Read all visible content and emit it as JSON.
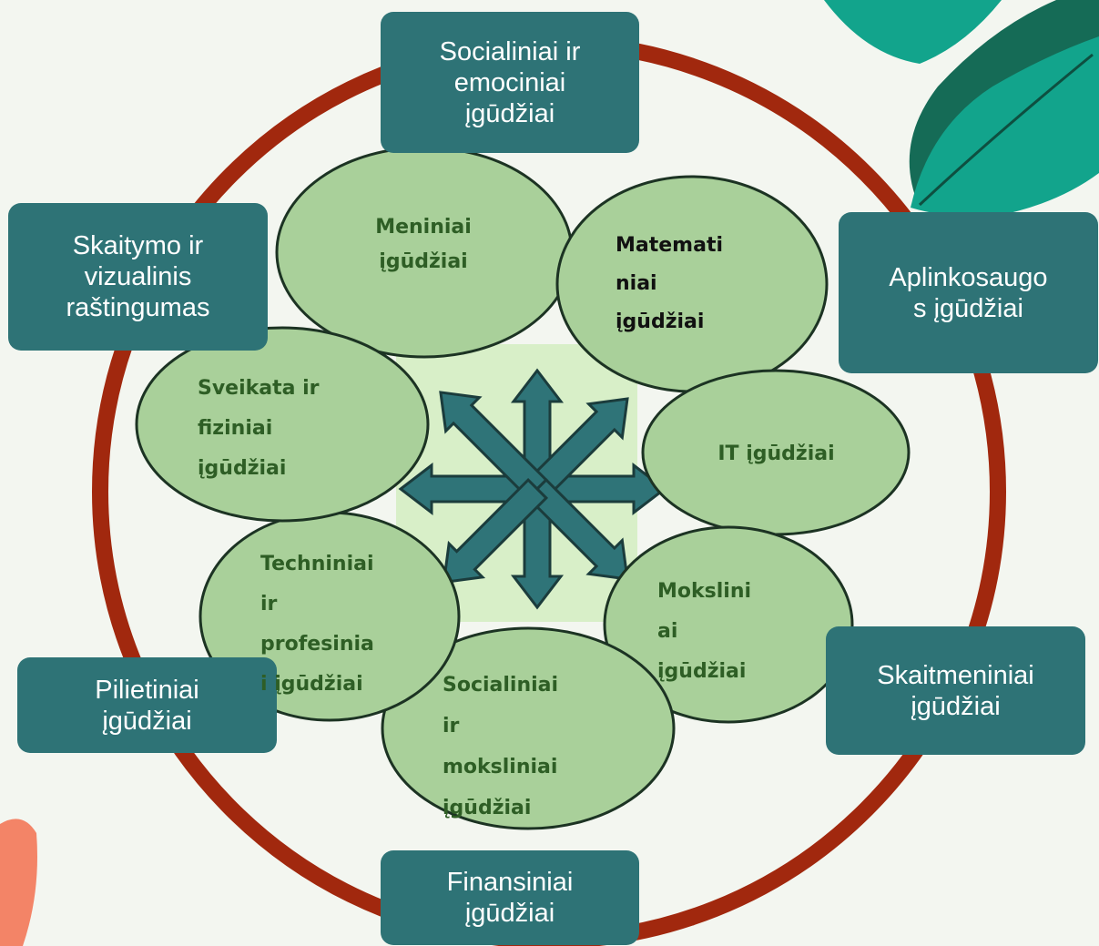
{
  "colors": {
    "ring": "#a1280e",
    "box": "#2e7376",
    "box_text": "#ffffff",
    "oval_fill": "#a9d09a",
    "oval_stroke": "#1c3323",
    "oval_text": "#2e5e25",
    "oval_text_dark": "#111111",
    "arrow_fill": "#2f7478",
    "arrow_stroke": "#1b3c3c",
    "center_bg": "#d8efc8",
    "leaf_dark": "#156b56",
    "leaf_light": "#12a48c",
    "corner_orange": "#f38467",
    "background": "#f3f6f0"
  },
  "outer_boxes": [
    {
      "id": "socialiniai-emociniai",
      "lines": [
        "Socialiniai ir",
        "emociniai",
        "įgūdžiai"
      ]
    },
    {
      "id": "aplinkosaugos",
      "lines": [
        "Aplinkosaugo",
        "s įgūdžiai"
      ]
    },
    {
      "id": "skaitmeniniai",
      "lines": [
        "Skaitmeniniai",
        "įgūdžiai"
      ]
    },
    {
      "id": "finansiniai",
      "lines": [
        "Finansiniai",
        "įgūdžiai"
      ]
    },
    {
      "id": "pilietiniai",
      "lines": [
        "Pilietiniai",
        "įgūdžiai"
      ]
    },
    {
      "id": "skaitymo-vizualinis",
      "lines": [
        "Skaitymo ir",
        "vizualinis",
        "raštingumas"
      ]
    }
  ],
  "inner_ovals": [
    {
      "id": "meniniai",
      "lines": [
        "Meniniai",
        "įgūdžiai"
      ]
    },
    {
      "id": "matematiniai",
      "lines": [
        "Matemati",
        "niai",
        "įgūdžiai"
      ]
    },
    {
      "id": "it",
      "lines": [
        "IT įgūdžiai"
      ]
    },
    {
      "id": "moksliniai",
      "lines": [
        "Mokslini",
        "ai",
        "įgūdžiai"
      ]
    },
    {
      "id": "socialiniai-moksliniai",
      "lines": [
        "Socialiniai",
        "ir",
        "moksliniai",
        "įgūdžiai"
      ]
    },
    {
      "id": "techniniai",
      "lines": [
        "Techniniai",
        "ir",
        "profesinia",
        "i įgūdžiai"
      ]
    },
    {
      "id": "sveikata",
      "lines": [
        "Sveikata ir",
        "fiziniai",
        "įgūdžiai"
      ]
    }
  ]
}
